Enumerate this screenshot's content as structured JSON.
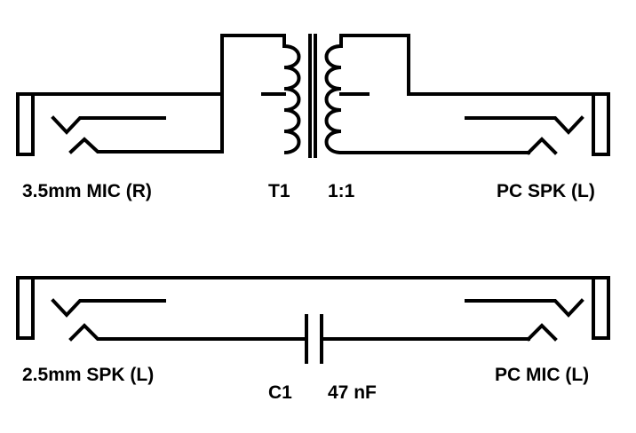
{
  "labels": {
    "mic_jack": "3.5mm MIC (R)",
    "transformer_ref": "T1",
    "transformer_ratio": "1:1",
    "pc_speaker": "PC SPK (L)",
    "spk_jack": "2.5mm SPK (L)",
    "capacitor_ref": "C1",
    "capacitor_value": "47 nF",
    "pc_mic": "PC MIC (L)"
  },
  "colors": {
    "ink": "#000000",
    "background": "#ffffff"
  }
}
